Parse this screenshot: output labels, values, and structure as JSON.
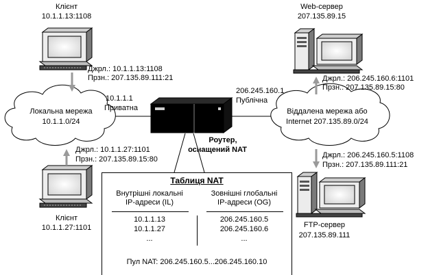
{
  "client_top": {
    "title": "Клієнт",
    "address": "10.1.1.13:1108",
    "src": "Джрл.: 10.1.1.13:1108",
    "dst": "Прзн.: 207.135.89.111:21"
  },
  "client_bottom": {
    "title": "Клієнт",
    "address": "10.1.1.27:1101",
    "src": "Джрл.: 10.1.1.27:1101",
    "dst": "Прзн.: 207.135.89.15:80"
  },
  "local_network": {
    "line1": "Локальна мережа",
    "line2": "10.1.1.0/24"
  },
  "router": {
    "private_ip": "10.1.1.1",
    "private_label": "Приватна",
    "public_ip": "206.245.160.1",
    "public_label": "Публічна",
    "title_line1": "Роутер,",
    "title_line2": "оснащений NAT"
  },
  "remote_network": {
    "line1": "Віддалена мережа або",
    "line2": "Internet 207.135.89.0/24"
  },
  "web_server": {
    "title": "Web-сервер",
    "address": "207.135.89.15",
    "src": "Джрл.: 206.245.160.6:1101",
    "dst": "Прзн.: 207.135.89.15:80"
  },
  "ftp_server": {
    "title": "FTP-сервер",
    "address": "207.135.89.111",
    "src": "Джрл.: 206.245.160.5:1108",
    "dst": "Прзн.: 207.135.89.111:21"
  },
  "nat_table": {
    "title": "Таблиця NAT",
    "col_internal_line1": "Внутрішні локальні",
    "col_internal_line2": "IP-адреси (IL)",
    "col_external_line1": "Зовнішні глобальні",
    "col_external_line2": "IP-адреси (OG)",
    "internal": [
      "10.1.1.13",
      "10.1.1.27",
      "..."
    ],
    "external": [
      "206.245.160.5",
      "206.245.160.6",
      "..."
    ],
    "pool": "Пул NAT: 206.245.160.5...206.245.160.10"
  }
}
